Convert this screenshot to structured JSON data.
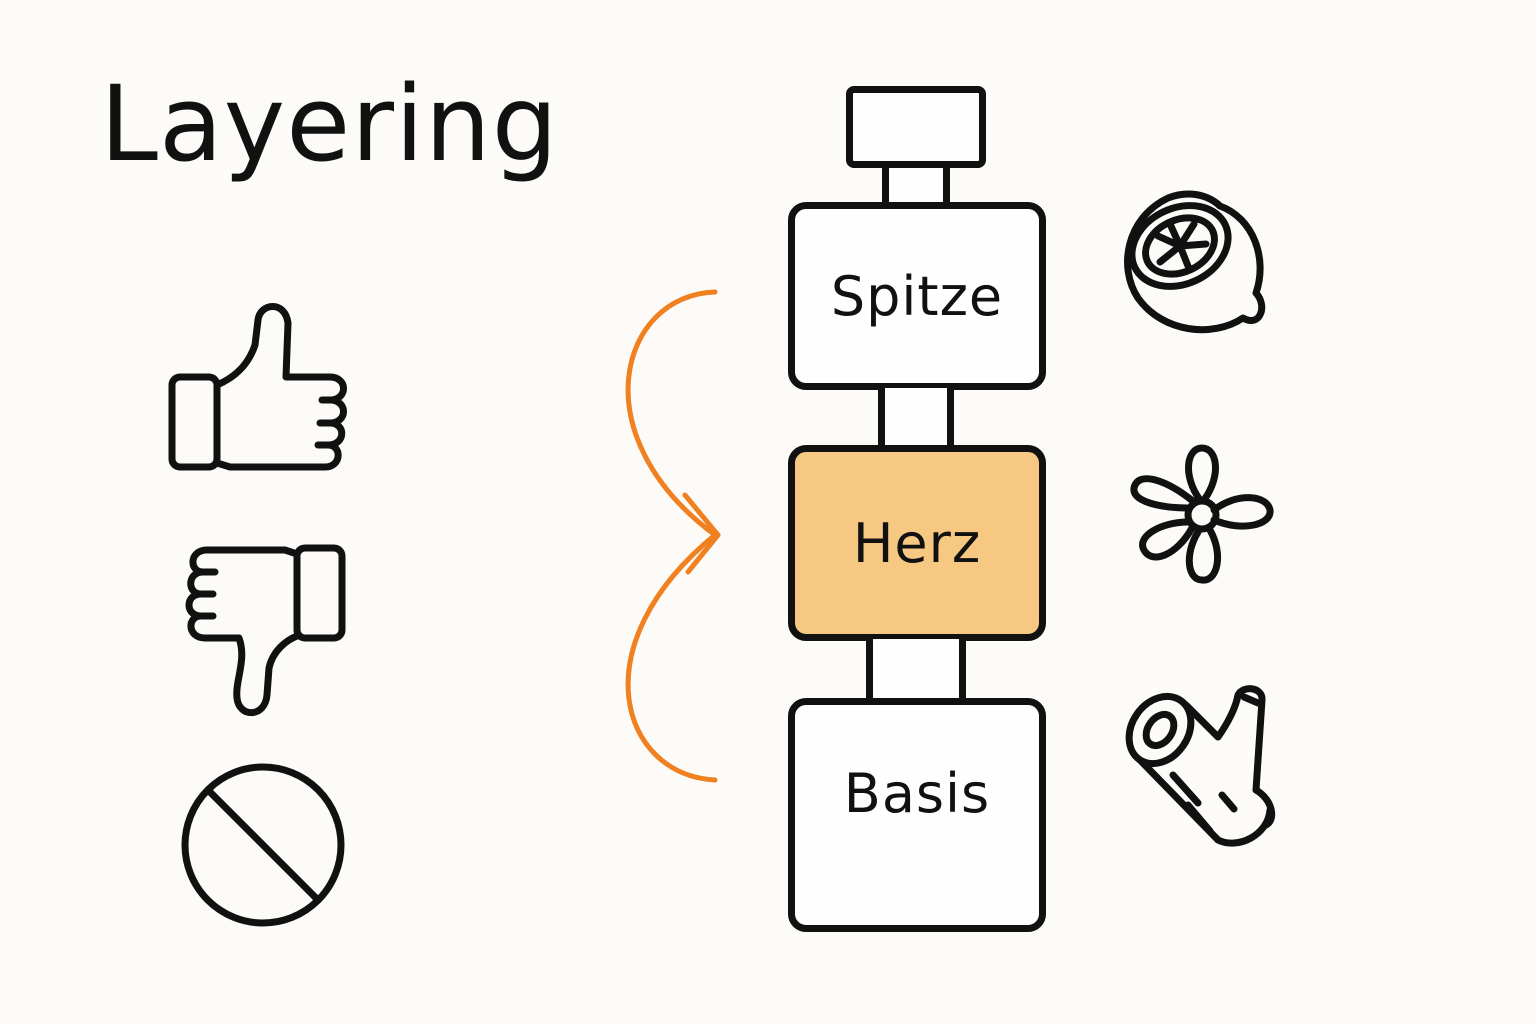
{
  "title": "Layering",
  "accent_color": "#f08020",
  "highlight_fill": "#f6c882",
  "left_icons": [
    "thumbs-up-icon",
    "thumbs-down-icon",
    "prohibited-icon"
  ],
  "layers": {
    "top": "Spitze",
    "middle": "Herz",
    "base": "Basis"
  },
  "right_icons": [
    "lemon-icon",
    "flower-icon",
    "wood-log-icon"
  ]
}
